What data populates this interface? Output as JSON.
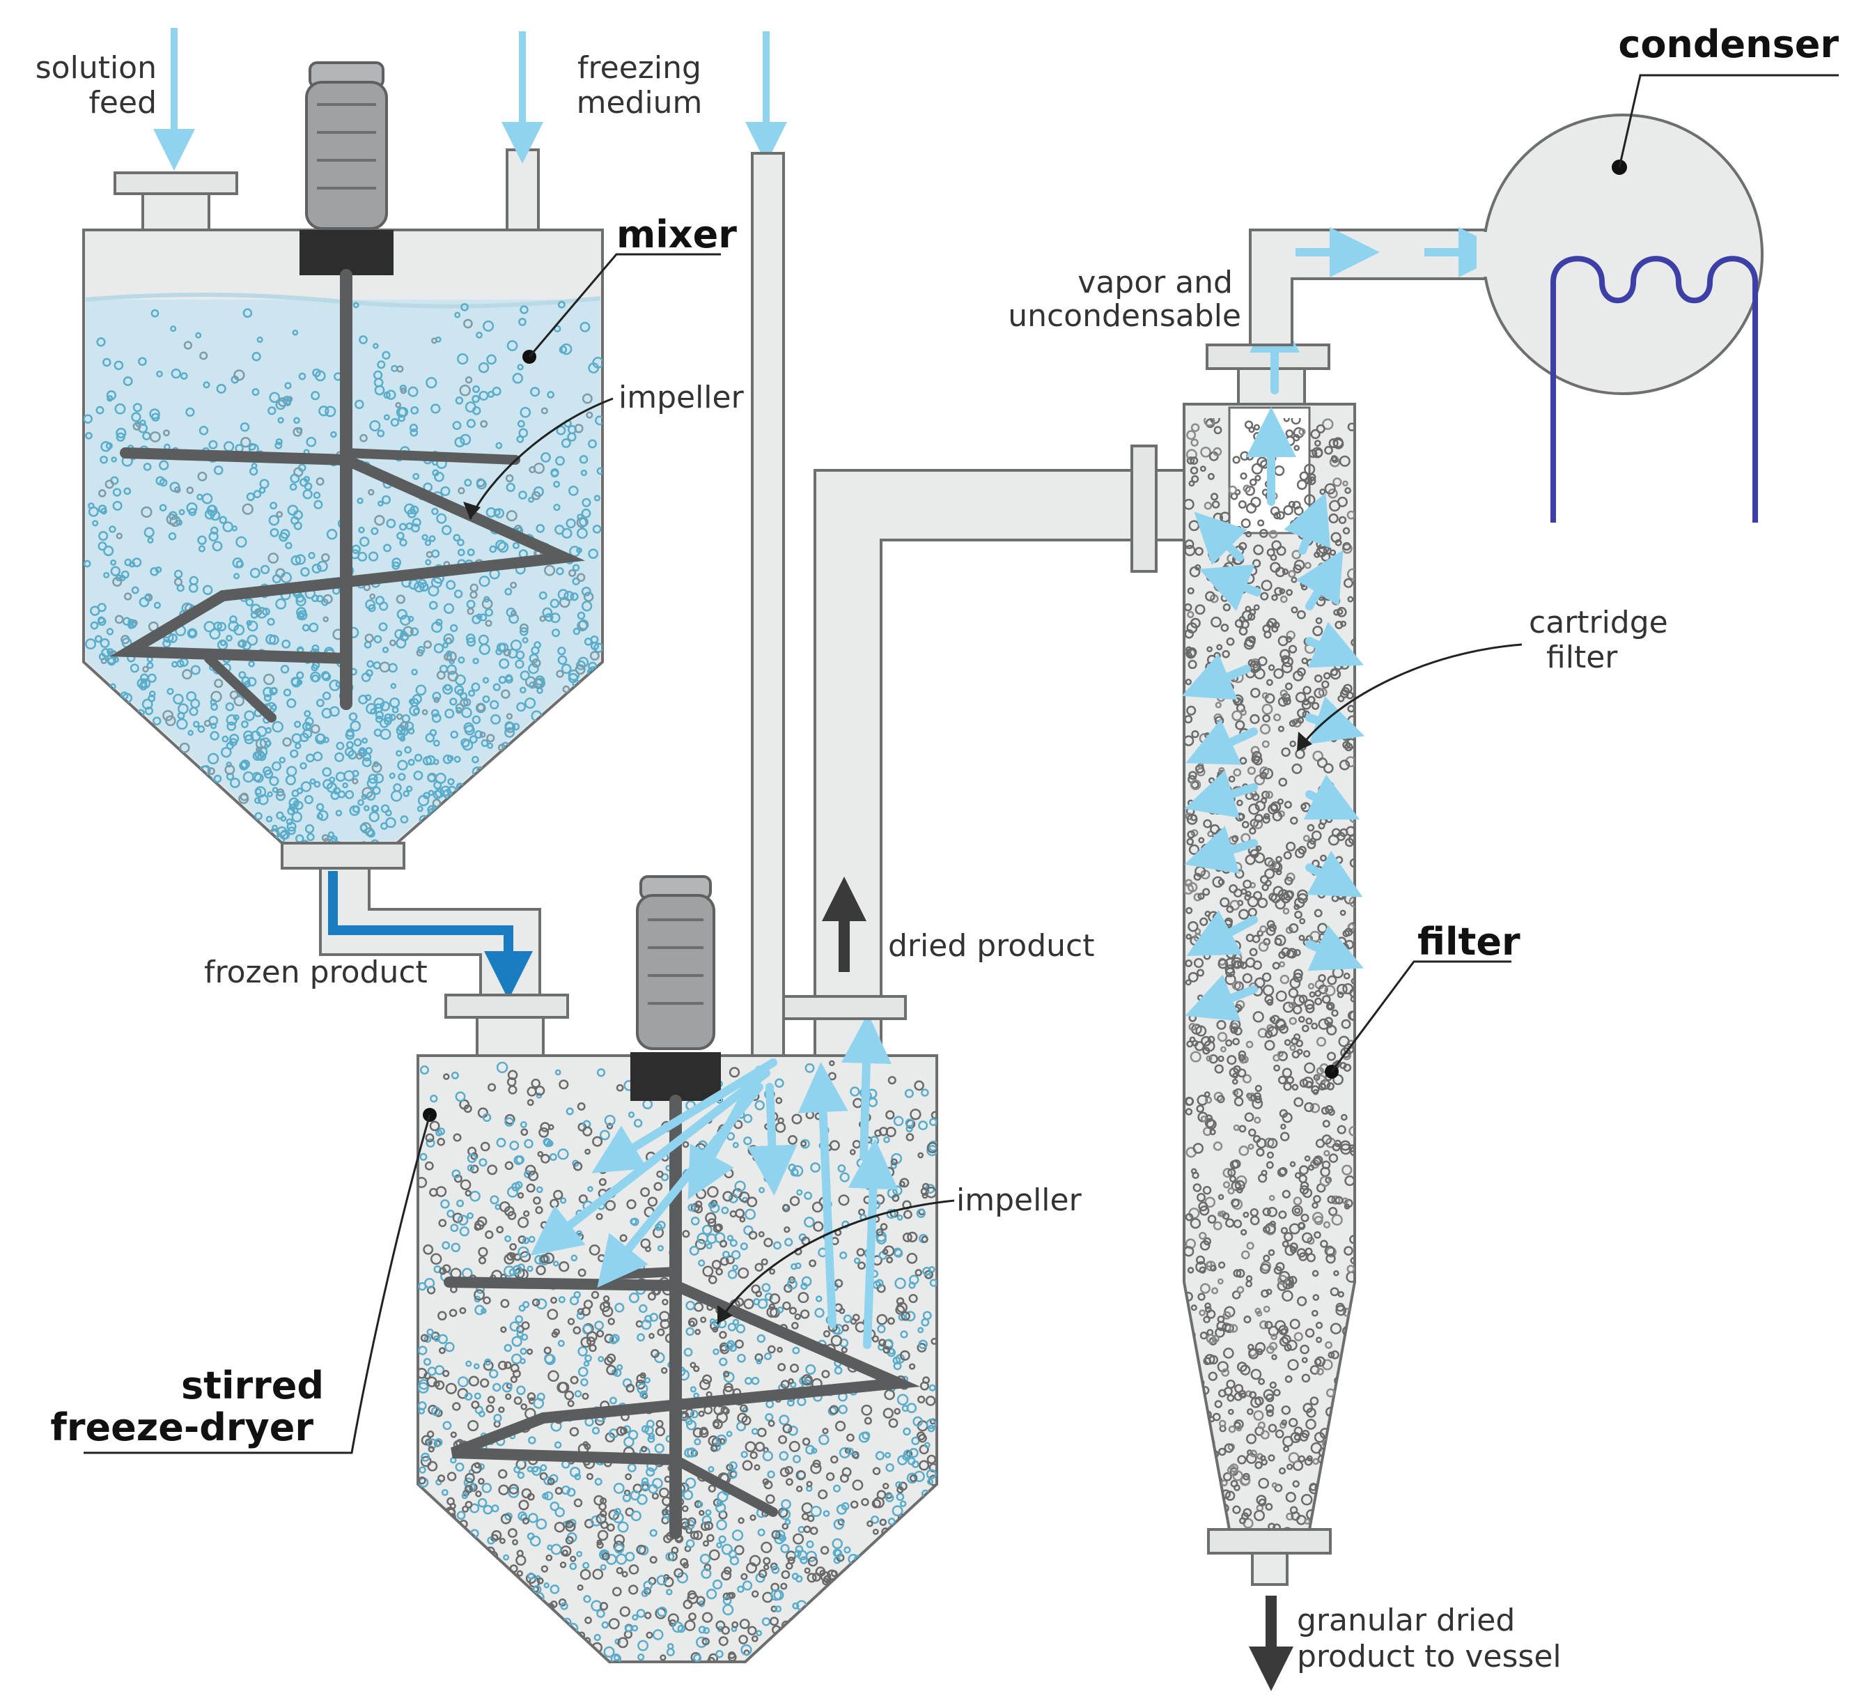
{
  "labels": {
    "solution_feed_1": "solution",
    "solution_feed_2": "feed",
    "freezing_medium_1": "freezing",
    "freezing_medium_2": "medium",
    "mixer": "mixer",
    "impeller_top": "impeller",
    "frozen_product": "frozen product",
    "dried_product": "dried product",
    "impeller_bottom": "impeller",
    "stirred_1": "stirred",
    "stirred_2": "freeze-dryer",
    "condenser": "condenser",
    "vapor_1": "vapor and",
    "vapor_2": "uncondensable",
    "cartridge_1": "cartridge",
    "cartridge_2": "filter",
    "filter": "filter",
    "granular_1": "granular dried",
    "granular_2": "product to vessel"
  },
  "colors": {
    "vessel_fill": "#e9eaea",
    "outline": "#6d6e70",
    "liquid": "#cde5ef",
    "light_blue_arrow": "#8fd3ef",
    "dark_blue_arrow": "#1b7dc1",
    "dark_arrow": "#3a3a3a",
    "condenser_coil": "#3b3fa6",
    "motor": "#9fa1a3",
    "impeller": "#5a5c5e",
    "particle_blue": "#5aaccb",
    "particle_grey": "#6a6a6a"
  },
  "icons": {
    "motor_top": "motor-icon",
    "motor_bottom": "motor-icon",
    "condenser_coil": "coil-icon"
  }
}
